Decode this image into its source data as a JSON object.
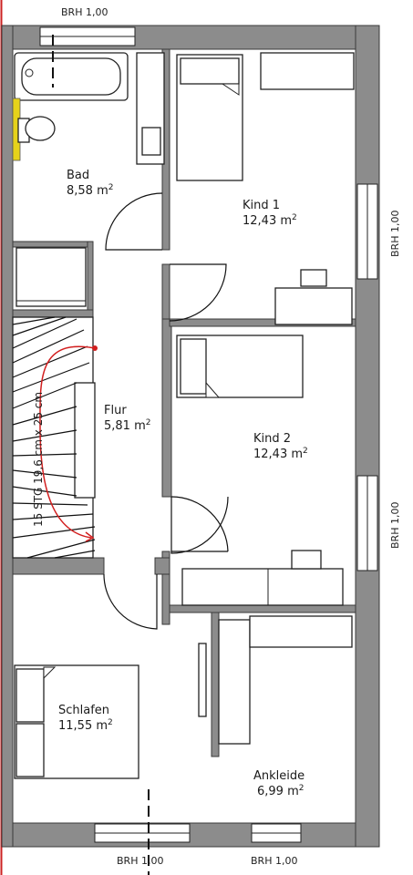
{
  "rooms": {
    "bad": {
      "name": "Bad",
      "area": "8,58 m",
      "unit": "2"
    },
    "kind1": {
      "name": "Kind 1",
      "area": "12,43 m",
      "unit": "2"
    },
    "kind2": {
      "name": "Kind 2",
      "area": "12,43 m",
      "unit": "2"
    },
    "flur": {
      "name": "Flur",
      "area": "5,81 m",
      "unit": "2"
    },
    "schlafen": {
      "name": "Schlafen",
      "area": "11,55 m",
      "unit": "2"
    },
    "ankleide": {
      "name": "Ankleide",
      "area": "6,99 m",
      "unit": "2"
    }
  },
  "labels": {
    "brh_top": "BRH 1,00",
    "brh_right_1": "BRH 1,00",
    "brh_right_2": "BRH 1,00",
    "brh_bottom_1": "BRH 1,00",
    "brh_bottom_2": "BRH 1,00",
    "stair": "15 STG 19,6 cm x 25 cm"
  },
  "colors": {
    "wall": "#8c8c8c",
    "stair_line": "#d21f1f",
    "tile_marker": "#e6d21a",
    "left_edge_line": "#cc2222"
  }
}
